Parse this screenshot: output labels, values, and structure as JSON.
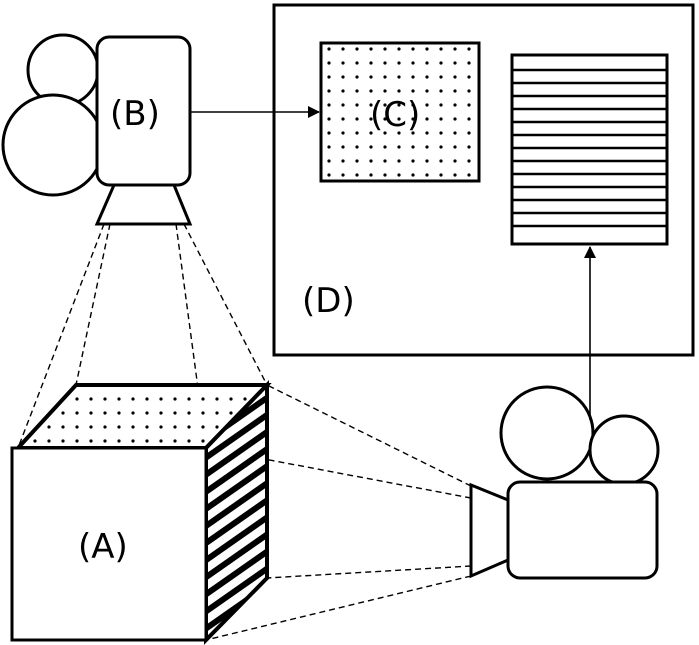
{
  "labels": {
    "a": "(A)",
    "b": "(B)",
    "c": "(C)",
    "d": "(D)"
  },
  "colors": {
    "ink": "#000000",
    "paper": "#ffffff"
  }
}
